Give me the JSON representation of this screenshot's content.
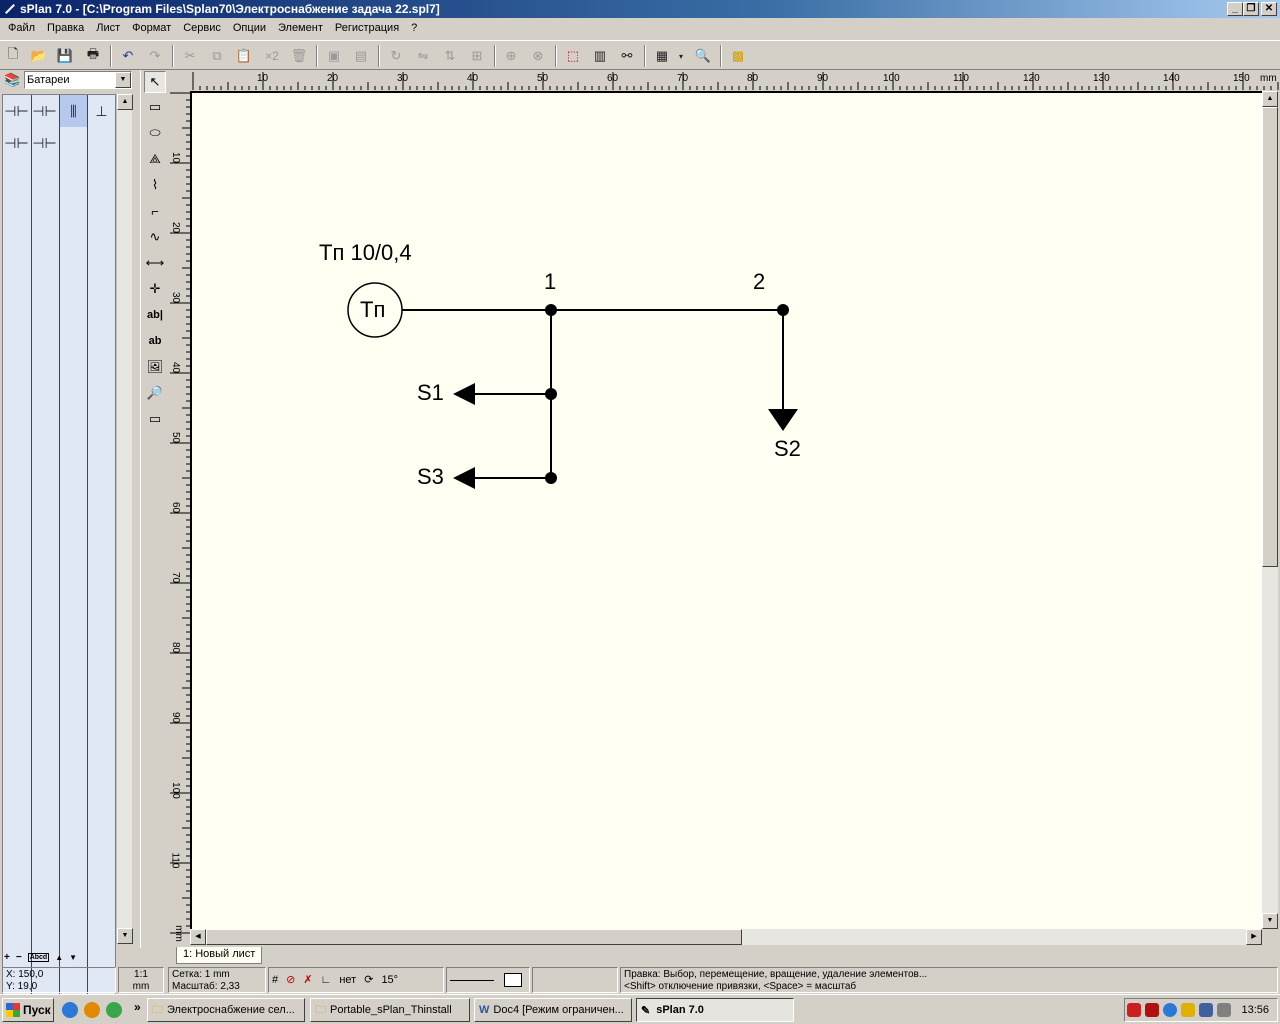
{
  "window": {
    "title": "sPlan 7.0 - [C:\\Program Files\\Splan70\\Электроснабжение задача 22.spl7]",
    "minimize": "_",
    "restore": "❐",
    "close": "✕"
  },
  "menu": [
    "Файл",
    "Правка",
    "Лист",
    "Формат",
    "Сервис",
    "Опции",
    "Элемент",
    "Регистрация",
    "?"
  ],
  "toolbar": {
    "copies_label": "×2"
  },
  "library": {
    "selected": "Батареи"
  },
  "ruler": {
    "h_ticks": [
      "10",
      "20",
      "30",
      "40",
      "50",
      "60",
      "70",
      "80",
      "90",
      "100",
      "110",
      "120",
      "130",
      "140",
      "150"
    ],
    "h_unit": "mm",
    "v_ticks": [
      "10",
      "20",
      "30",
      "40",
      "50",
      "60",
      "70",
      "80",
      "90",
      "100",
      "110"
    ],
    "v_unit": "mm"
  },
  "schematic": {
    "transformer_title": "Tп 10/0,4",
    "transformer_symbol": "Tп",
    "node1": "1",
    "node2": "2",
    "load_s1": "S1",
    "load_s2": "S2",
    "load_s3": "S3"
  },
  "sheet_tab": "1: Новый лист",
  "library_controls": [
    "+",
    "−",
    "Abcd",
    "▲",
    "▼"
  ],
  "status": {
    "x": "X: 150,0",
    "y": "Y: 19,0",
    "scale_ratio": "1:1",
    "unit": "mm",
    "grid": "Сетка: 1 mm",
    "zoom": "Масштаб:   2,33",
    "angle_mode": "нет",
    "rotation": "15°",
    "hint1": "Правка: Выбор, перемещение, вращение, удаление элементов...",
    "hint2": "<Shift> отключение привязки, <Space> = масштаб"
  },
  "taskbar": {
    "start": "Пуск",
    "more": "»",
    "tasks": [
      "Электроснабжение сел...",
      "Portable_sPlan_Thinstall",
      "Doc4 [Режим ограничен...",
      "sPlan 7.0"
    ],
    "clock": "13:56"
  },
  "colors": {
    "canvas": "#fffff2",
    "title_start": "#0a246a",
    "library_bg": "#e0e8f6"
  }
}
